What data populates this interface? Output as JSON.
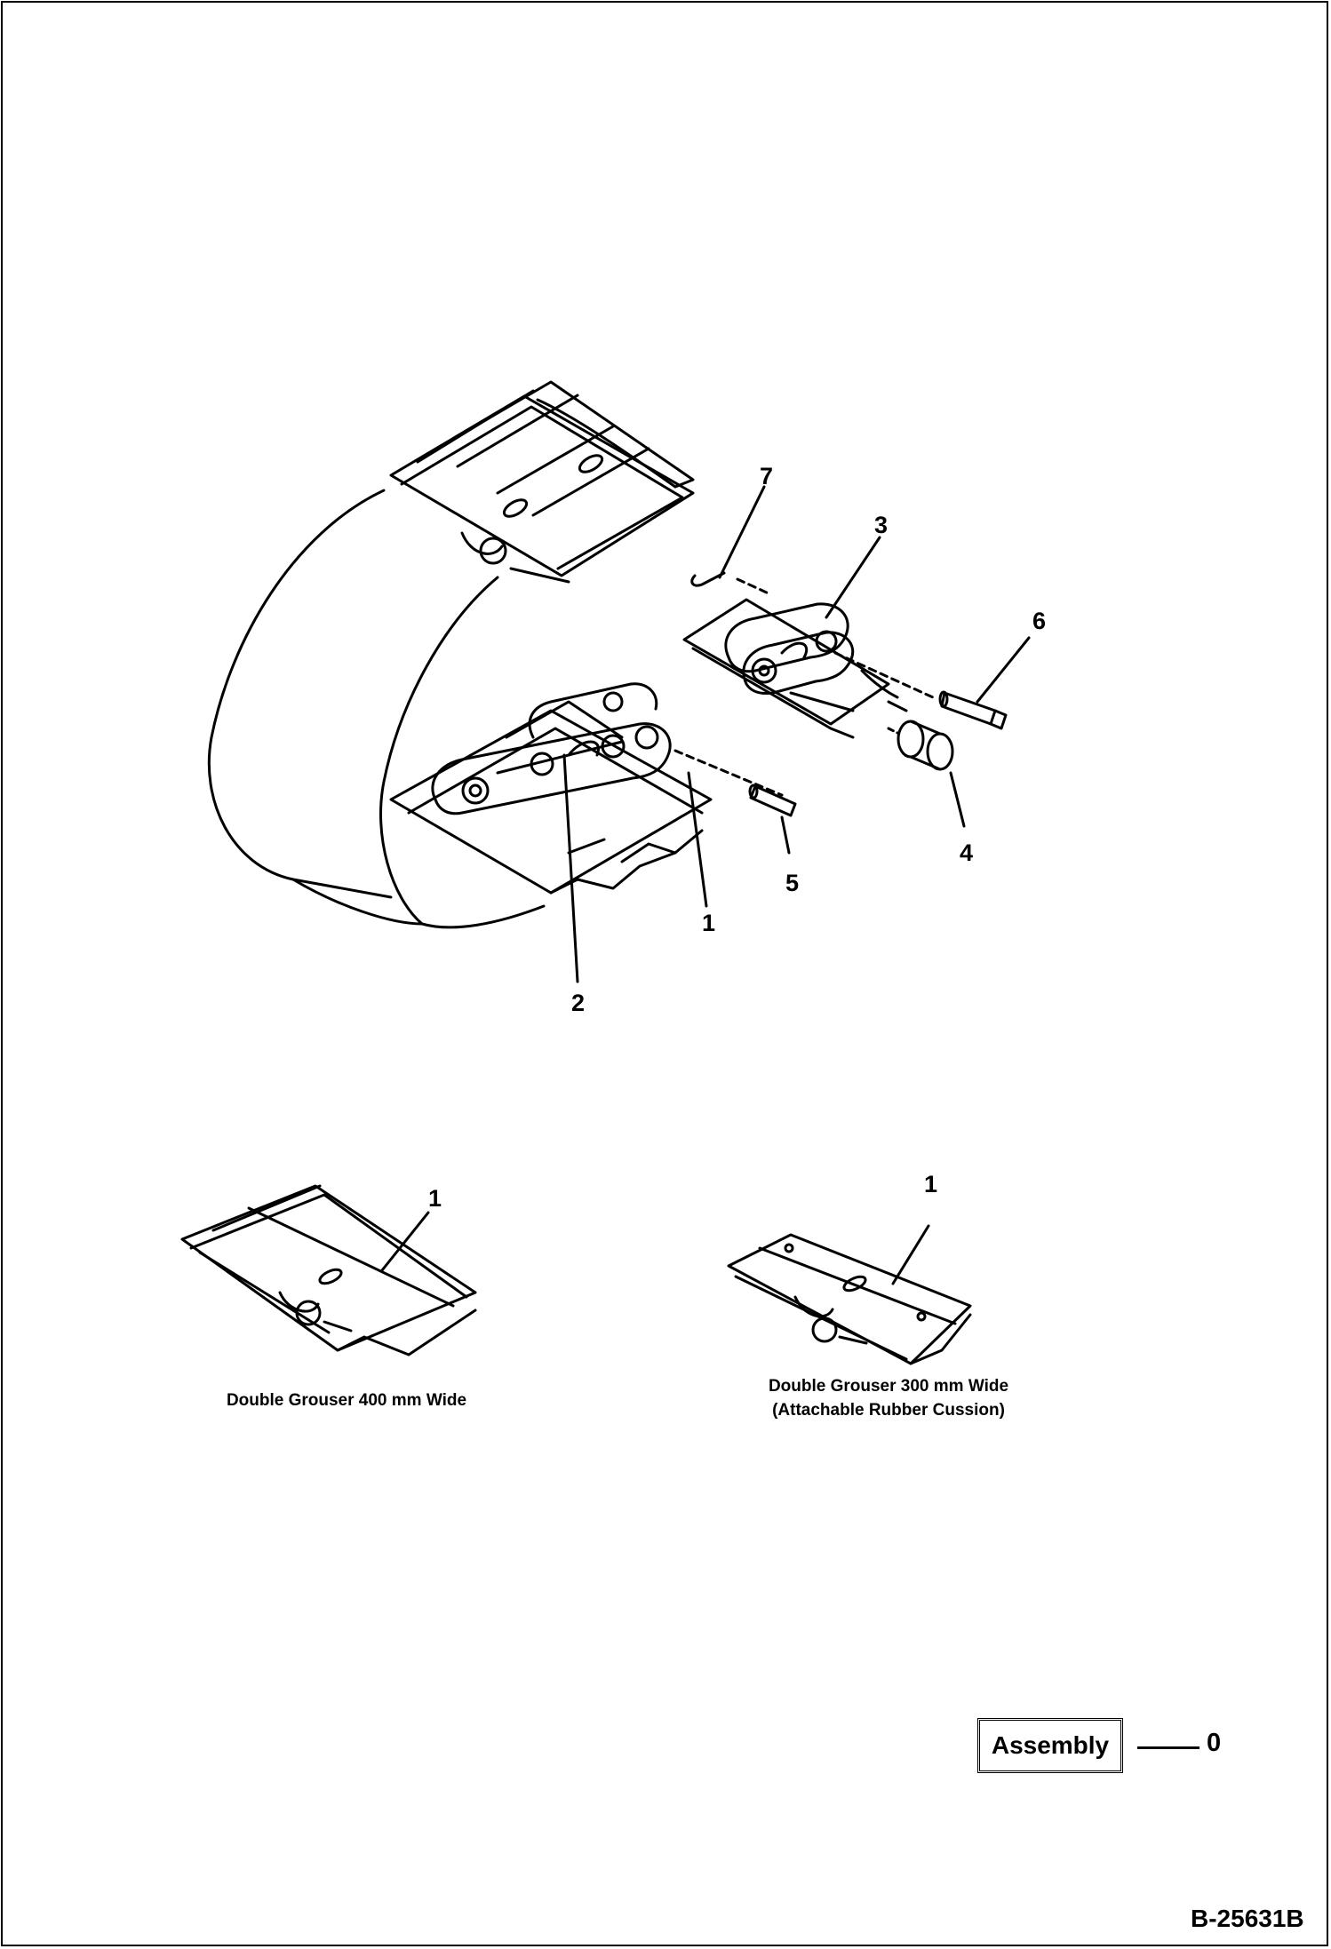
{
  "callouts": {
    "c1": "1",
    "c2": "2",
    "c3": "3",
    "c4": "4",
    "c5": "5",
    "c6": "6",
    "c7": "7",
    "c1a": "1",
    "c1b": "1"
  },
  "captions": {
    "shoe_400": "Double Grouser 400 mm Wide",
    "shoe_300_line1": "Double Grouser 300 mm Wide",
    "shoe_300_line2": "(Attachable Rubber Cussion)"
  },
  "assembly": {
    "label": "Assembly",
    "number": "0"
  },
  "drawing_code": "B-25631B"
}
